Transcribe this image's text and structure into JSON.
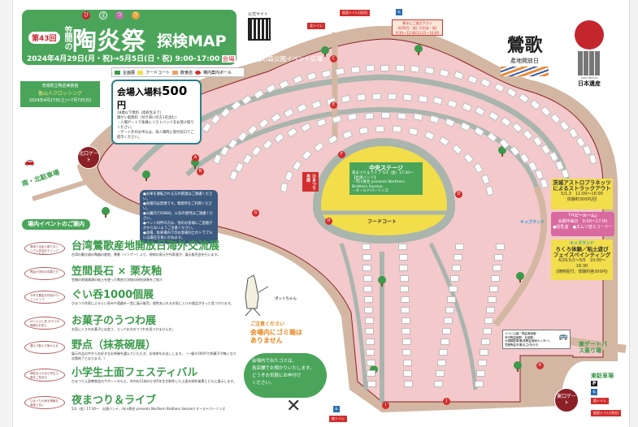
{
  "title": {
    "edition": "第43回",
    "kasama": "笠間の",
    "main": "陶炎祭",
    "ruby": [
      "ひ",
      "ま",
      "つ",
      "り"
    ],
    "sub": "探検MAP",
    "dates": "2024年4月29日(月・祝)→5月5日(日・祝) 9:00-17:00",
    "venue": "会場",
    "venue_name": "笠間芸術の森公園イベント広場"
  },
  "qr": {
    "label": "公式サイト"
  },
  "legend": {
    "items": [
      "企画展",
      "フードコート",
      "飲食店",
      "場内案内ポール"
    ],
    "colors": [
      "#3b9a4b",
      "#f2dd4b",
      "#e9a06a",
      "#d12e2e"
    ]
  },
  "fee": {
    "title": "会場入場料",
    "amount": "500",
    "unit": "円",
    "lines": [
      "18歳以下無料（高校生まで）",
      "障がい者無料（付き添いの方1名含む）",
      "・入場ゲートで係員にリストバンドをお受け取りください。",
      "・ゲート外のお申込は、再入場時に受付窓口でご提示ください。"
    ]
  },
  "exhibit": {
    "org": "茨城県立陶芸美術館",
    "name": "魯山人クロッシング",
    "period": "2024年4月27日(土)〜7月7日(日)"
  },
  "gates": {
    "north": "北口ゲート",
    "east": "東口ゲート"
  },
  "parking": {
    "south_north": "南・北駐車場",
    "east": "東駐車場",
    "east_bus": "東ゲートバス乗り場"
  },
  "notice": {
    "lines": [
      "●お車を運転される方の飲酒はご遠慮ください。",
      "●会場内は禁煙です。喫煙所をご利用ください。",
      "●公園内でのBBQ、火気の使用はご遠慮ください。",
      "●ペット同伴の方は、他のお客様にご迷惑がかからないようご注意ください。",
      "●会場、駐車場内でのお客様同士のトラブルには責任を負いかねます。"
    ]
  },
  "events_heading": "場内イベントのご案内",
  "events": [
    {
      "title": "台湾鶯歌産地開放日海外交流展",
      "desc": "台湾の最大級の陶器の産地、鶯歌（インゲー）より、現地の窯元や作家達が、展示販売会を行います。",
      "bubble": "現地で出会う新たなシリアル作品をチェックしてください"
    },
    {
      "title": "笠間長石 × 栗灰釉",
      "desc": "笠間の地域資源の粘土を使った陶芸大学校の研究成果をご紹介",
      "bubble": "陶芸大学校の成果です"
    },
    {
      "title": "ぐい呑1000個展",
      "desc": "ひまつり作家によるぐい呑みや酒器を一堂に展示販売。個性あふれるお気に入りの逸品がきっと見つかります。",
      "bubble": "今年も豊富な作品がラインナップ"
    },
    {
      "title": "お菓子のうつわ展",
      "desc": "お気に入りのお菓子に出会う、とっておきのうつわを見つけませんか。",
      "bubble": "ほっとひと息 おやつの時間のお供に"
    },
    {
      "title": "野点（抹茶碗展）",
      "desc": "展示作品の中からお好きなお茶碗を選んでいただき、お抹茶をお出しします。（一服￥500円で和菓子が無くなり次第終了となります。）",
      "bubble": "選んで飲んで味わえる"
    },
    {
      "title": "小学生土面フェスティバル",
      "desc": "ひまつり土面教育会のサポートのもと、市内の11校の小学5年生が制作した土面を制作風景とともに展示します。",
      "bubble": "個性あふれる小学生土面をご覧あれ"
    },
    {
      "title": "夜まつり＆ライブ",
      "desc": "5/3（金）17:30〜　出演バンド…市川骨合 presents Northern Brothers Session/ オールドパーソンズ",
      "bubble": "ひまつりの夜を素敵な音楽と共に"
    }
  ],
  "stage": {
    "title": "中央ステージ",
    "line1": "夜まつり＆ライブ 5/3（金）17:30〜",
    "line2": "【出演バンド】",
    "line3": "・市川骨合 presents Northern Brothers Session",
    "line4": "・オールドパーソンズ"
  },
  "food_court": "フードコート",
  "hq": "ひまつり本部",
  "poles": [
    "A",
    "B",
    "C",
    "D",
    "E",
    "F",
    "G",
    "H",
    "I",
    "J",
    "K"
  ],
  "toilet_notice": {
    "title": "断水にご協力下さい",
    "lines": [
      "4/29(月・祝), 5/3(金・祝)",
      "9:30〜12:00/13:15〜16:00"
    ]
  },
  "toilets": {
    "west": "北トイレ",
    "temp": "仮設トイレ(洋式)",
    "east": "東トイレ",
    "south": "南トイレ"
  },
  "logos": {
    "uge": "鶯歌",
    "uge_sub": "產地開放日",
    "heritage": "日本遺産",
    "heritage_en": "JAPAN HERITAGE"
  },
  "astro": {
    "title": "茨城アストロプラネッツによるストラックアウト",
    "time": "5/1,3　11:00〜16:00",
    "fee": "体験料300円/回"
  },
  "baby": {
    "title": "「ベビールーム」",
    "time": "会期中毎日　9:00〜17:00",
    "items": "●授乳室　●オムツ替えコーナー"
  },
  "kids": {
    "label": "キッズランド",
    "title": "ろくろ体験／粘土遊び フェイスペインティング",
    "time": "4/29,5/1〜5/5　10:00〜16:30",
    "note": "(随時受付、体験料各300円)"
  },
  "mascot": "ポットちゃん",
  "garbage": {
    "caution": "ご注意ください",
    "title1": "会場内にゴミ箱は",
    "title2": "ありません",
    "body": [
      "会場内で出たゴミは、",
      "各店舗でお預かりいたします。",
      "どうぞお気軽にお申付け",
      "ください。"
    ]
  },
  "bus": {
    "lines": [
      "つつじ公園・陶芸美術館・",
      "市内陶芸館駅・友部駅・",
      "大規模駐車場(県陶芸美術センター)",
      "笠間陶芸市場(丸之内)行き"
    ]
  }
}
